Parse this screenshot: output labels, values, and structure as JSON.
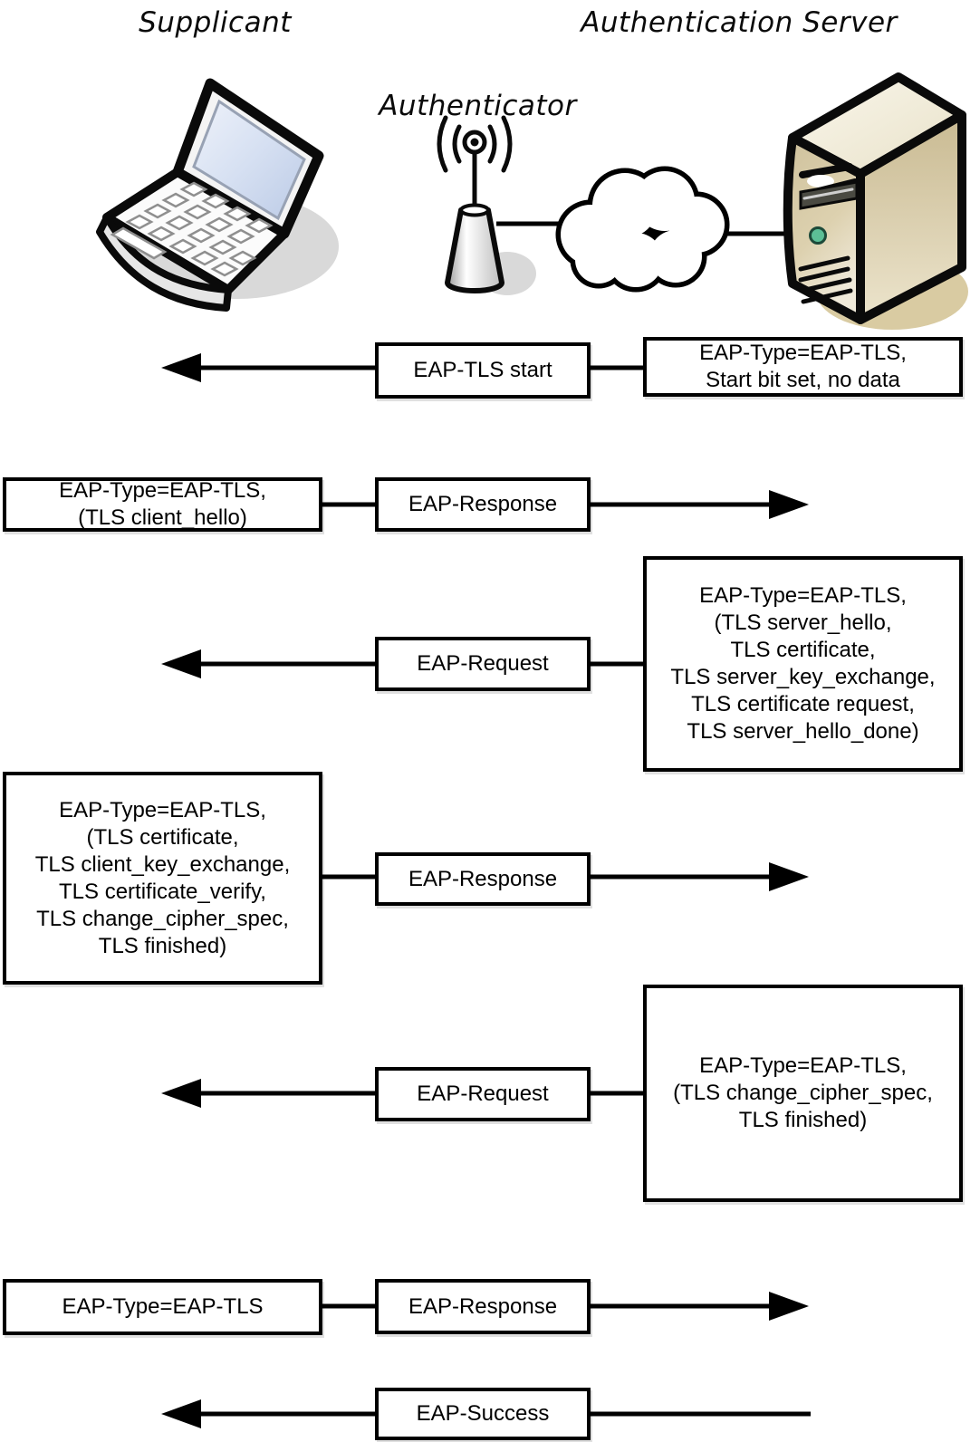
{
  "title": "EAP-TLS authentication exchange diagram",
  "actors": {
    "supplicant": {
      "label": "Supplicant"
    },
    "authenticator": {
      "label": "Authenticator"
    },
    "auth_server": {
      "label": "Authentication Server"
    }
  },
  "flow": {
    "rows": [
      {
        "label": "EAP-TLS start",
        "direction": "to-supplicant",
        "note_side": "server",
        "note_lines": [
          "EAP-Type=EAP-TLS,",
          "Start bit set, no data"
        ]
      },
      {
        "label": "EAP-Response",
        "direction": "to-server",
        "note_side": "supplicant",
        "note_lines": [
          "EAP-Type=EAP-TLS,",
          "(TLS client_hello)"
        ]
      },
      {
        "label": "EAP-Request",
        "direction": "to-supplicant",
        "note_side": "server",
        "note_lines": [
          "EAP-Type=EAP-TLS,",
          "(TLS server_hello,",
          "TLS certificate,",
          "TLS server_key_exchange,",
          "TLS certificate request,",
          "TLS server_hello_done)"
        ]
      },
      {
        "label": "EAP-Response",
        "direction": "to-server",
        "note_side": "supplicant",
        "note_lines": [
          "EAP-Type=EAP-TLS,",
          "(TLS certificate,",
          "TLS client_key_exchange,",
          "TLS certificate_verify,",
          "TLS change_cipher_spec,",
          "TLS finished)"
        ]
      },
      {
        "label": "EAP-Request",
        "direction": "to-supplicant",
        "note_side": "server",
        "note_lines": [
          "EAP-Type=EAP-TLS,",
          "(TLS change_cipher_spec,",
          "TLS finished)"
        ]
      },
      {
        "label": "EAP-Response",
        "direction": "to-server",
        "note_side": "supplicant",
        "note_lines": [
          "EAP-Type=EAP-TLS"
        ]
      },
      {
        "label": "EAP-Success",
        "direction": "to-supplicant",
        "note_side": "none",
        "note_lines": []
      }
    ]
  },
  "colors": {
    "ink": "#000000",
    "box_background": "#ffffff",
    "laptop_screen": "#ccd8ec",
    "server_body": "#ddd1af",
    "server_top": "#f3eedd",
    "server_side": "#cfc098",
    "server_shadow": "#d9cba2",
    "drop_shadow_gray": "#d9d9d9",
    "power_led_green": "#5cbf96"
  }
}
